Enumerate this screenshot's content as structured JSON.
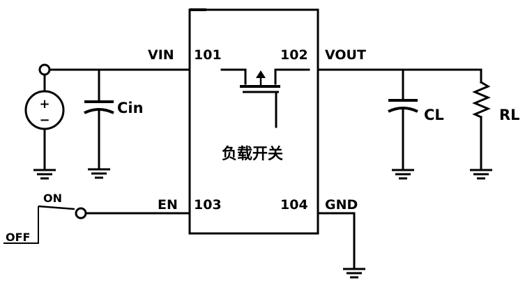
{
  "chip": {
    "title": "负载开关",
    "pins": {
      "p101": "101",
      "p102": "102",
      "p103": "103",
      "p104": "104"
    }
  },
  "nets": {
    "vin": "VIN",
    "vout": "VOUT",
    "en": "EN",
    "gnd": "GND"
  },
  "components": {
    "cin": "Cin",
    "cl": "CL",
    "rl": "RL"
  },
  "switch": {
    "on": "ON",
    "off": "OFF"
  },
  "source": {
    "plus": "+",
    "minus": "−"
  }
}
